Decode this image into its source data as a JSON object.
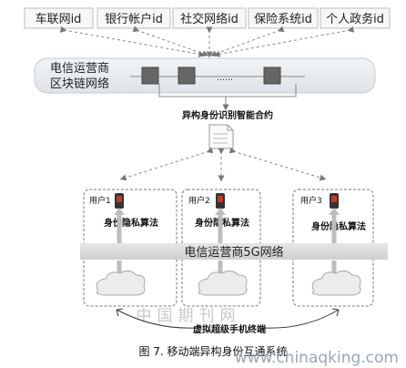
{
  "top_ids": [
    "车联网id",
    "银行帐户id",
    "社交网络id",
    "保险系统id",
    "个人政务id"
  ],
  "blockchain": {
    "line1": "电信运营商",
    "line2": "区块链网络",
    "ellipsis": "……"
  },
  "contract_label": "异构身份识别智能合约",
  "users": [
    {
      "label": "用户1",
      "privacy": "身份隐私算法"
    },
    {
      "label": "用户2",
      "privacy": "身份隐私算法"
    },
    {
      "label": "用户3",
      "privacy": "身份隐私算法"
    }
  ],
  "network_band": "电信运营商5G网络",
  "virtual_terminal": "虚拟超级手机终端",
  "caption": "图 7. 移动端异构身份互通系统",
  "watermark": {
    "cn": "中国期刊网",
    "url": "www.chinaqking.com"
  }
}
